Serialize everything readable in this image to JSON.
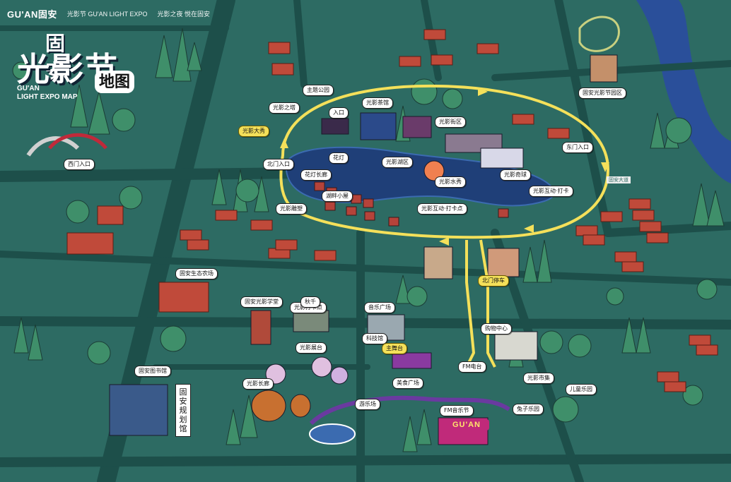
{
  "header": {
    "brand_logo": "GU'AN固安",
    "co_logo": "光影节 GU'AN LIGHT EXPO",
    "slogan": "光影之夜 悦在固安"
  },
  "title": {
    "line1": "固安",
    "line2": "光影节",
    "en_line1": "GU'AN",
    "en_line2": "LIGHT EXPO MAP",
    "suffix": "地图"
  },
  "colors": {
    "ground": "#2d6b63",
    "road": "#1d4f4a",
    "water": "#1f3f78",
    "river": "#2a4f9a",
    "loop_route": "#f4e05a",
    "tree": "#3f8f6a",
    "house_red": "#c04a3a"
  },
  "labels": {
    "park_gate": "主题公园",
    "light_tower": "光影之塔",
    "garden_sign": "入口",
    "tea_house": "光影茶馆",
    "light_show": "光影大秀",
    "light_street": "光影街区",
    "welcome_gate": "北门入口",
    "sign_jr": "花灯",
    "lake_walk": "花灯长廊",
    "love_lock": "光影湖区",
    "magic_ball": "光影奇球",
    "island_house": "湖畔小屋",
    "lake_stage": "光影水秀",
    "lights_tree": "光影互动·打卡",
    "gazebo_sign": "光影互动·打卡点",
    "fountain_sign": "光影雕塑",
    "ent_garden": "固安光影节园区",
    "east_gate": "东门入口",
    "west_gate": "西门入口",
    "farm": "固安生态农场",
    "school": "固安光影学堂",
    "photo_tree": "光影打卡点",
    "lantern_sign": "北门停车",
    "music_hall": "音乐广场",
    "library": "固安图书馆",
    "light_booth": "光影展台",
    "science_center": "科技馆",
    "stage_label": "主舞台",
    "shopping": "购物中心",
    "lantern_gallery": "光影长廊",
    "food_court": "美食广场",
    "market": "光影市集",
    "fm_stage": "FM音乐节",
    "playground": "游乐场",
    "toy_sign": "儿童乐园",
    "rabbit_park": "兔子乐园",
    "swing": "秋千",
    "fm_radio": "FM电台",
    "gate_board": "固安规划馆",
    "road_sign": "固安大道"
  },
  "stage_sign": "GU'AN"
}
